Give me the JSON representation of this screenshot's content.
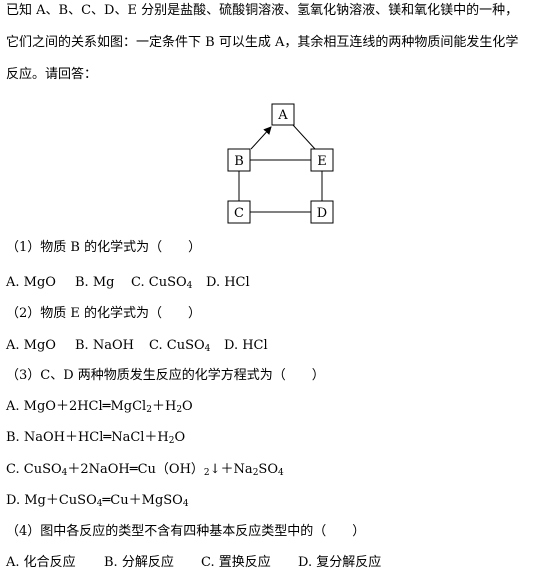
{
  "intro": {
    "line1": "已知 A、B、C、D、E 分别是盐酸、硫酸铜溶液、氢氧化钠溶液、镁和氧化镁中的一种，",
    "line2": "它们之间的关系如图：一定条件下 B 可以生成 A，其余相互连线的两种物质间能发生化学",
    "line3": "反应。请回答："
  },
  "diagram": {
    "A": "A",
    "B": "B",
    "C": "C",
    "D": "D",
    "E": "E"
  },
  "q1": {
    "stem": "（1）物质 B 的化学式为（　　）",
    "a": "A. MgO",
    "b": "B. Mg",
    "c_pre": "C. CuSO",
    "c_sub": "4",
    "d": "D. HCl"
  },
  "q2": {
    "stem": "（2）物质 E 的化学式为（　　）",
    "a": "A. MgO",
    "b": "B. NaOH",
    "c_pre": "C. CuSO",
    "c_sub": "4",
    "d": "D. HCl"
  },
  "q3": {
    "stem": "（3）C、D 两种物质发生反应的化学方程式为（　　）",
    "a": [
      "A. MgO＋2HCl═MgCl",
      "2",
      "＋H",
      "2",
      "O"
    ],
    "b": [
      "B. NaOH＋HCl═NaCl＋H",
      "2",
      "O"
    ],
    "c": [
      "C. CuSO",
      "4",
      "＋2NaOH═Cu（OH）",
      "2",
      "↓＋Na",
      "2",
      "SO",
      "4"
    ],
    "d": [
      "D. Mg＋CuSO",
      "4",
      "═Cu＋MgSO",
      "4"
    ]
  },
  "q4": {
    "stem": "（4）图中各反应的类型不含有四种基本反应类型中的（　　）",
    "a": "A. 化合反应",
    "b": "B. 分解反应",
    "c": "C. 置换反应",
    "d": "D. 复分解反应"
  }
}
